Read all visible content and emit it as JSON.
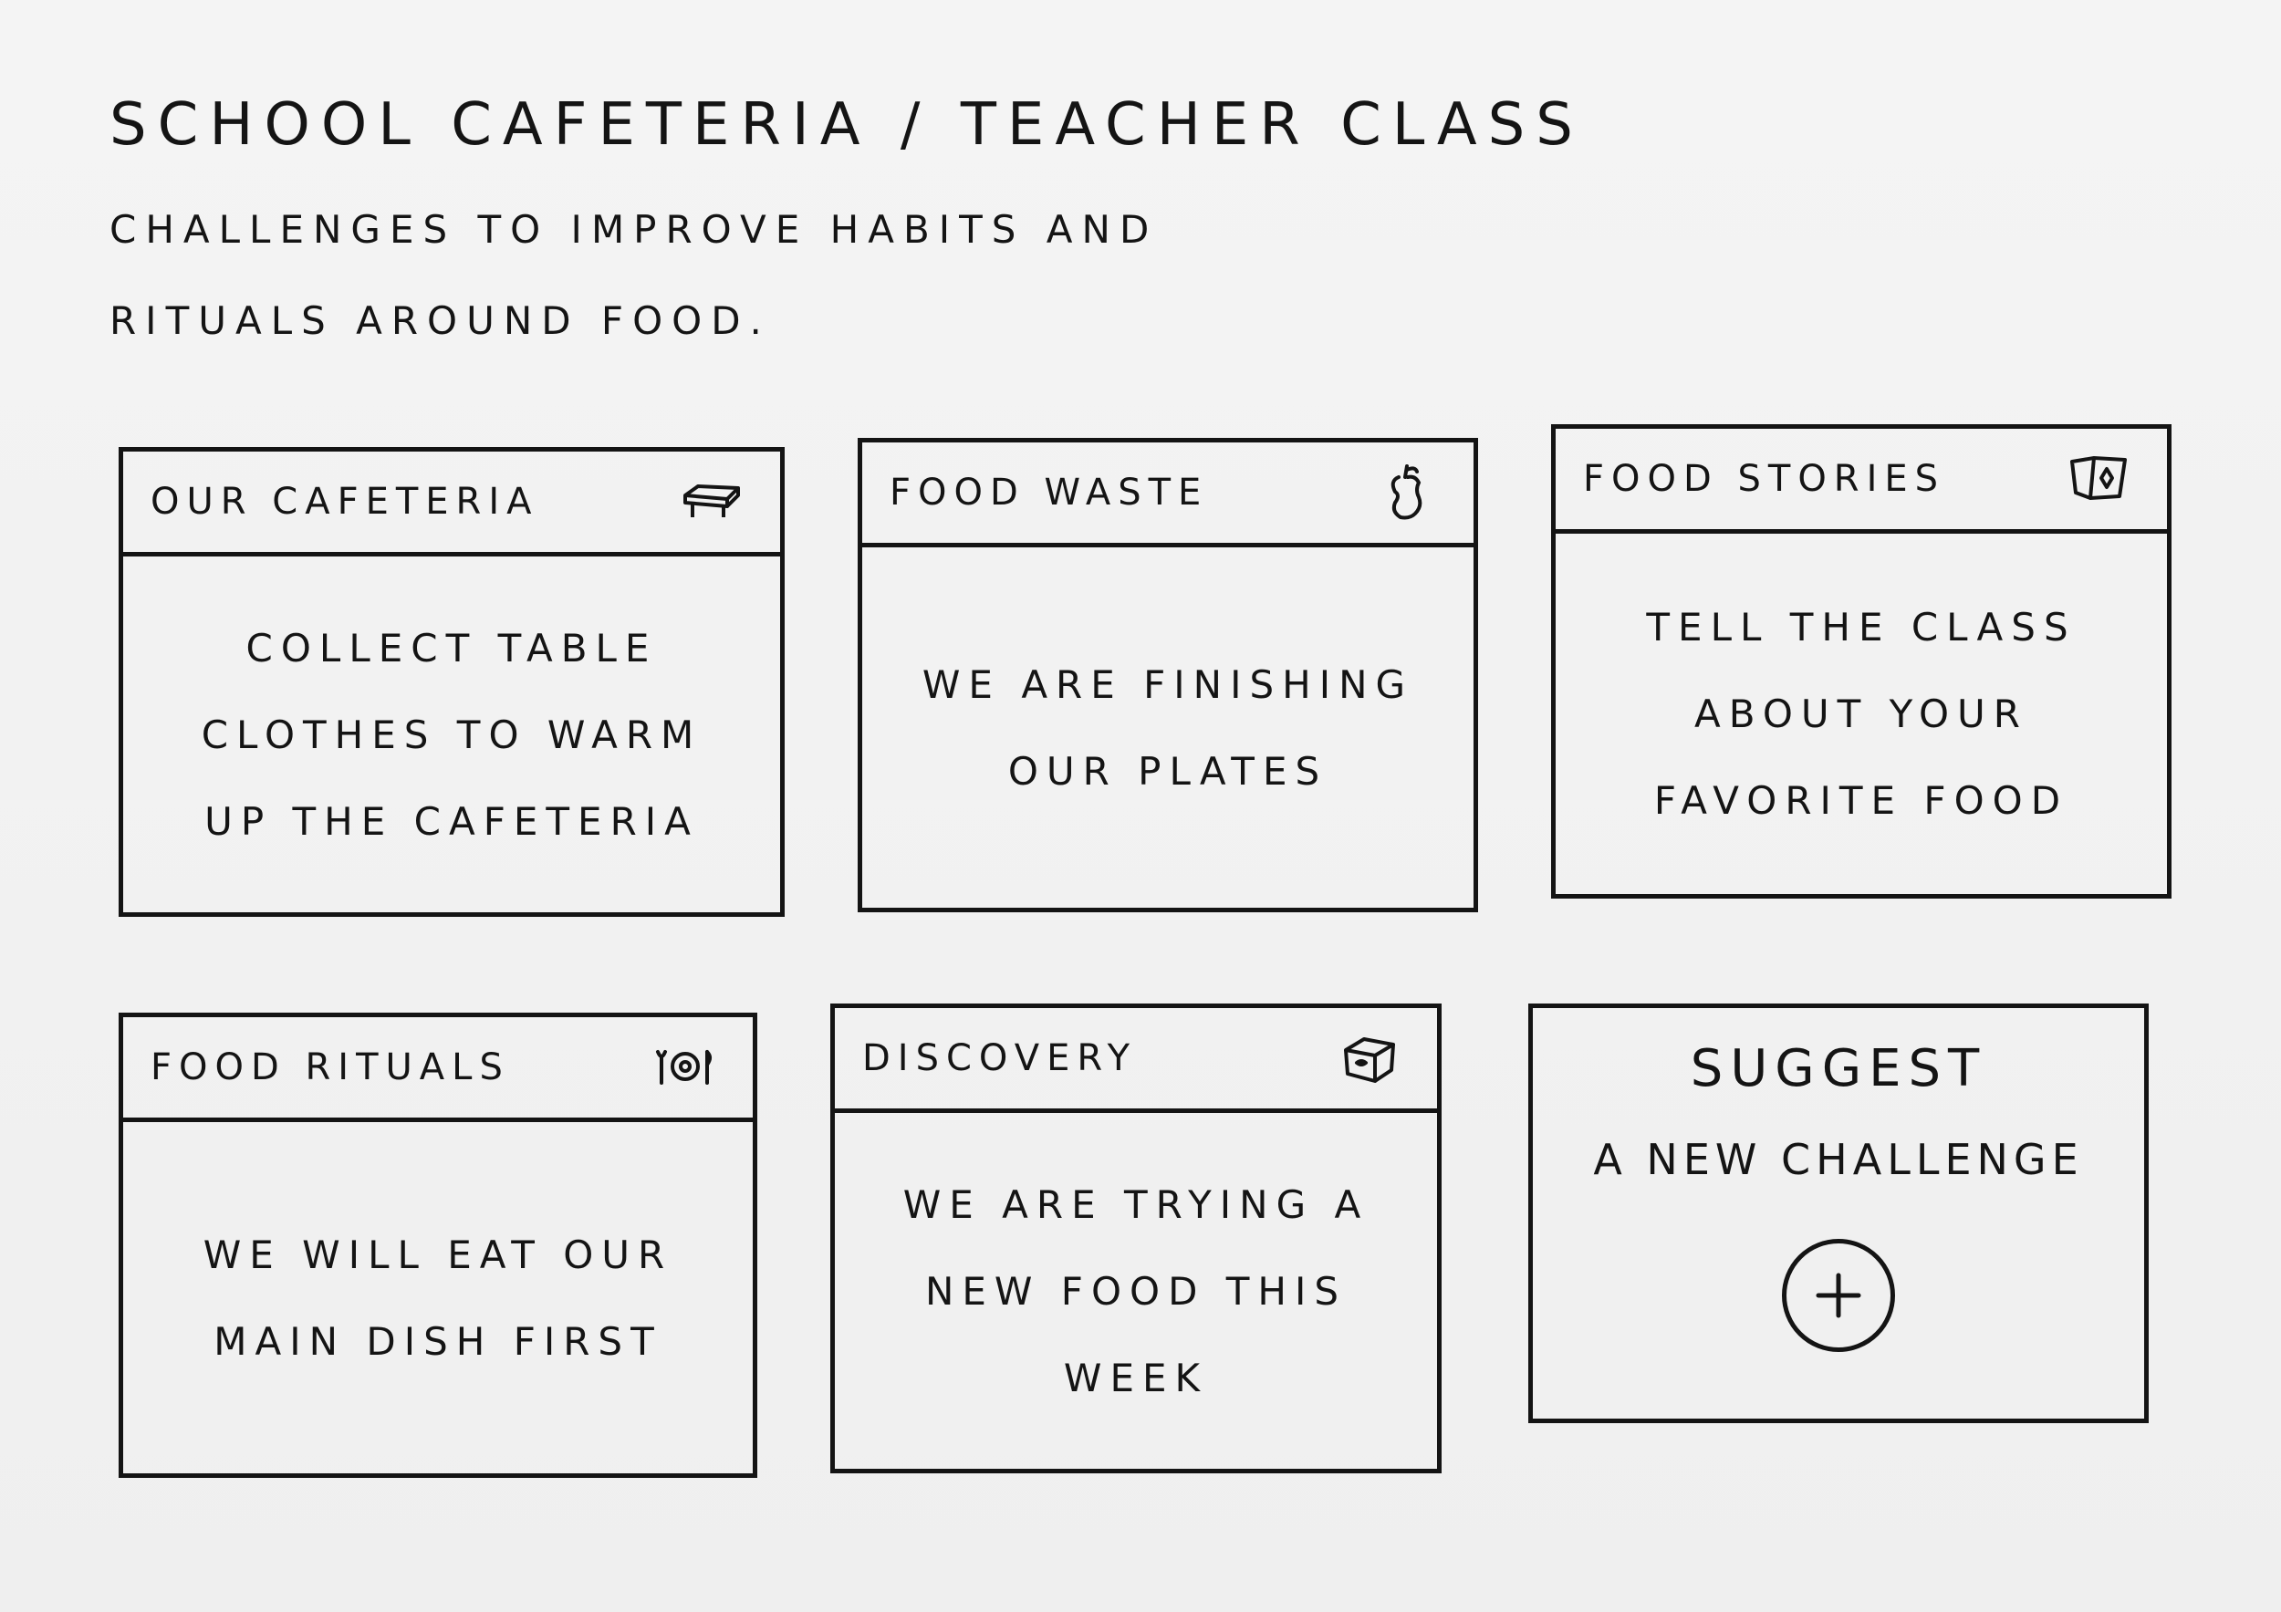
{
  "header": {
    "title": "SCHOOL CAFETERIA / TEACHER CLASS",
    "subtitle": "CHALLENGES TO IMPROVE HABITS AND RITUALS AROUND FOOD."
  },
  "cards": [
    {
      "title": "OUR CAFETERIA",
      "icon": "table-icon",
      "text": "COLLECT TABLE CLOTHES TO WARM UP THE CAFETERIA"
    },
    {
      "title": "FOOD WASTE",
      "icon": "apple-core-icon",
      "text": "WE ARE FINISHING OUR PLATES"
    },
    {
      "title": "FOOD STORIES",
      "icon": "book-icon",
      "text": "TELL THE CLASS ABOUT YOUR FAVORITE FOOD"
    },
    {
      "title": "FOOD RITUALS",
      "icon": "plate-cutlery-icon",
      "text": "WE WILL EAT OUR MAIN DISH FIRST"
    },
    {
      "title": "DISCOVERY",
      "icon": "treasure-box-icon",
      "text": "WE ARE TRYING A NEW FOOD THIS WEEK"
    }
  ],
  "suggest": {
    "title": "SUGGEST",
    "subtitle": "A NEW CHALLENGE",
    "button_icon": "plus-icon"
  }
}
